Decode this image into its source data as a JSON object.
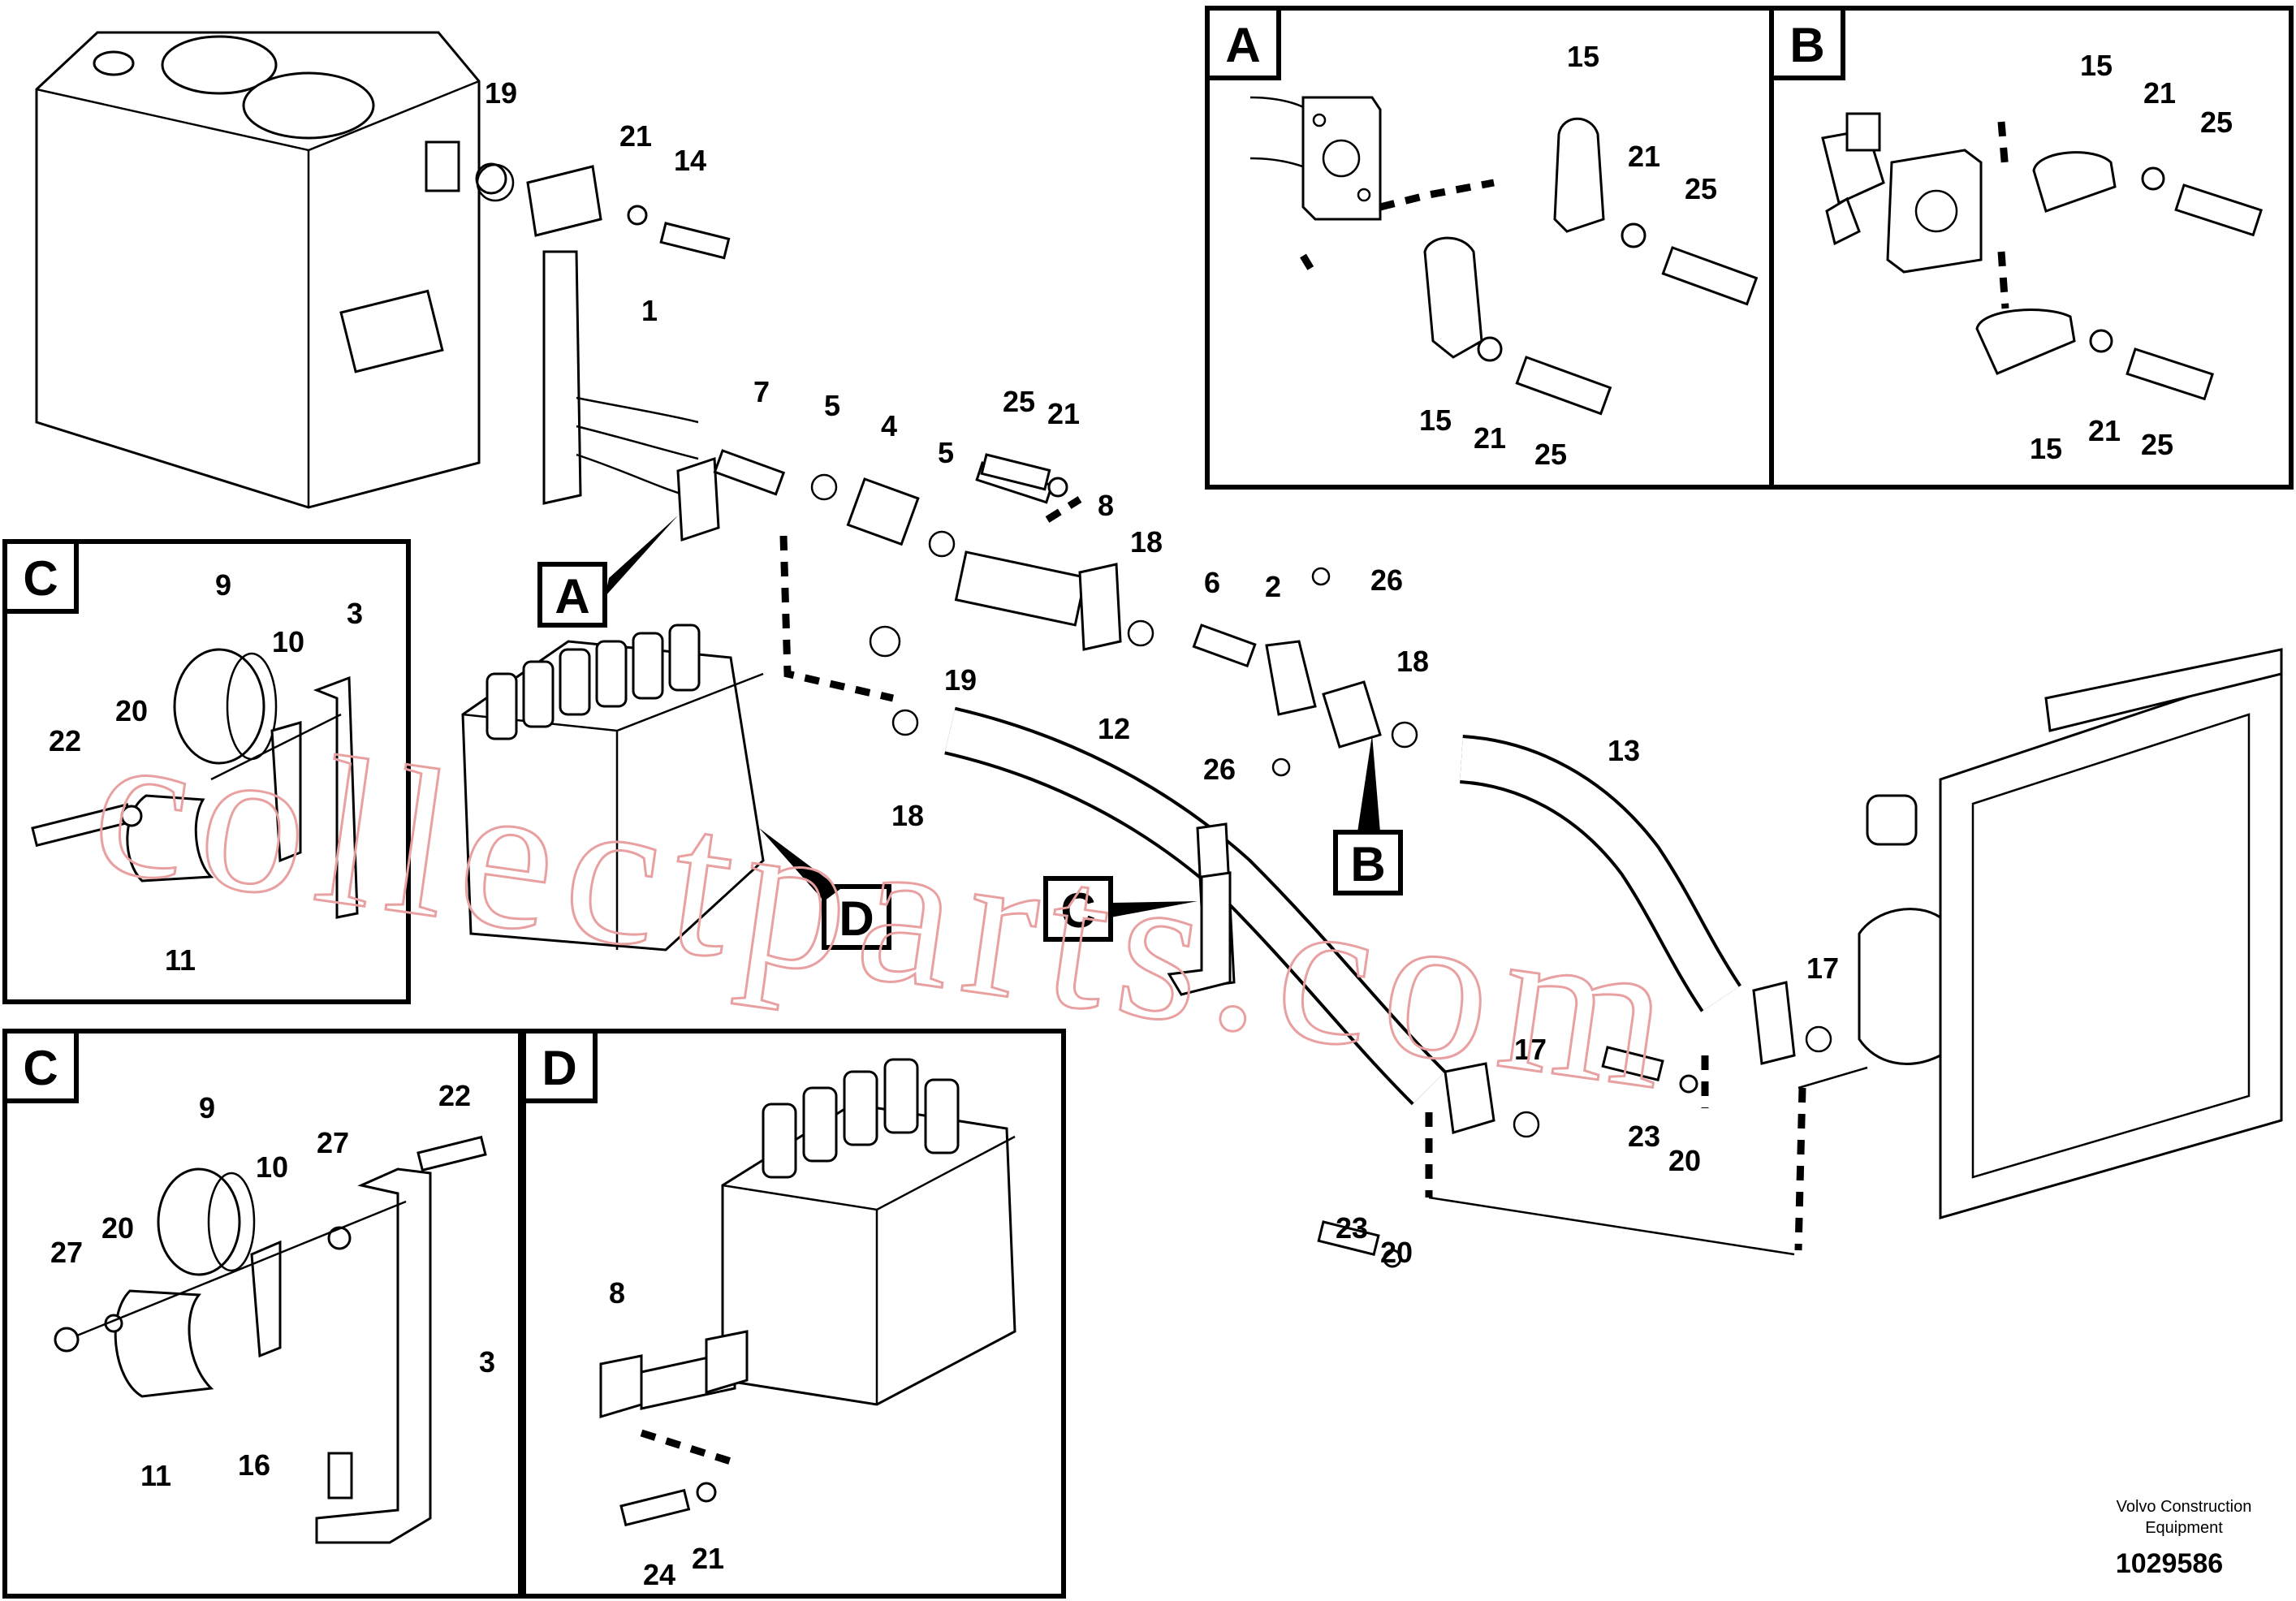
{
  "diagram": {
    "callouts": {
      "main": [
        "19",
        "21",
        "14",
        "1",
        "7",
        "5",
        "4",
        "5",
        "25",
        "21",
        "8",
        "18",
        "6",
        "2",
        "26",
        "19",
        "18",
        "12",
        "26",
        "18",
        "13",
        "17",
        "17",
        "23",
        "20",
        "23",
        "20"
      ],
      "a": [
        "15",
        "21",
        "25",
        "15",
        "21",
        "25"
      ],
      "b": [
        "15",
        "21",
        "25",
        "15",
        "21",
        "25"
      ],
      "c1": [
        "9",
        "10",
        "3",
        "20",
        "22",
        "11"
      ],
      "c2": [
        "9",
        "22",
        "10",
        "27",
        "27",
        "20",
        "3",
        "11",
        "16"
      ],
      "d": [
        "8",
        "24",
        "21"
      ]
    },
    "box_letters": {
      "a": "A",
      "b": "B",
      "c": "C",
      "d": "D"
    },
    "pointer_letters": [
      "A",
      "D",
      "C",
      "B"
    ],
    "watermark": "collectparts.com",
    "footer": {
      "company": "Volvo Construction Equipment",
      "line1": "Volvo Construction",
      "line2": "Equipment",
      "drawing_number": "1029586"
    },
    "colors": {
      "line": "#000000",
      "watermark": "#e8a0a0",
      "background": "#ffffff"
    }
  }
}
